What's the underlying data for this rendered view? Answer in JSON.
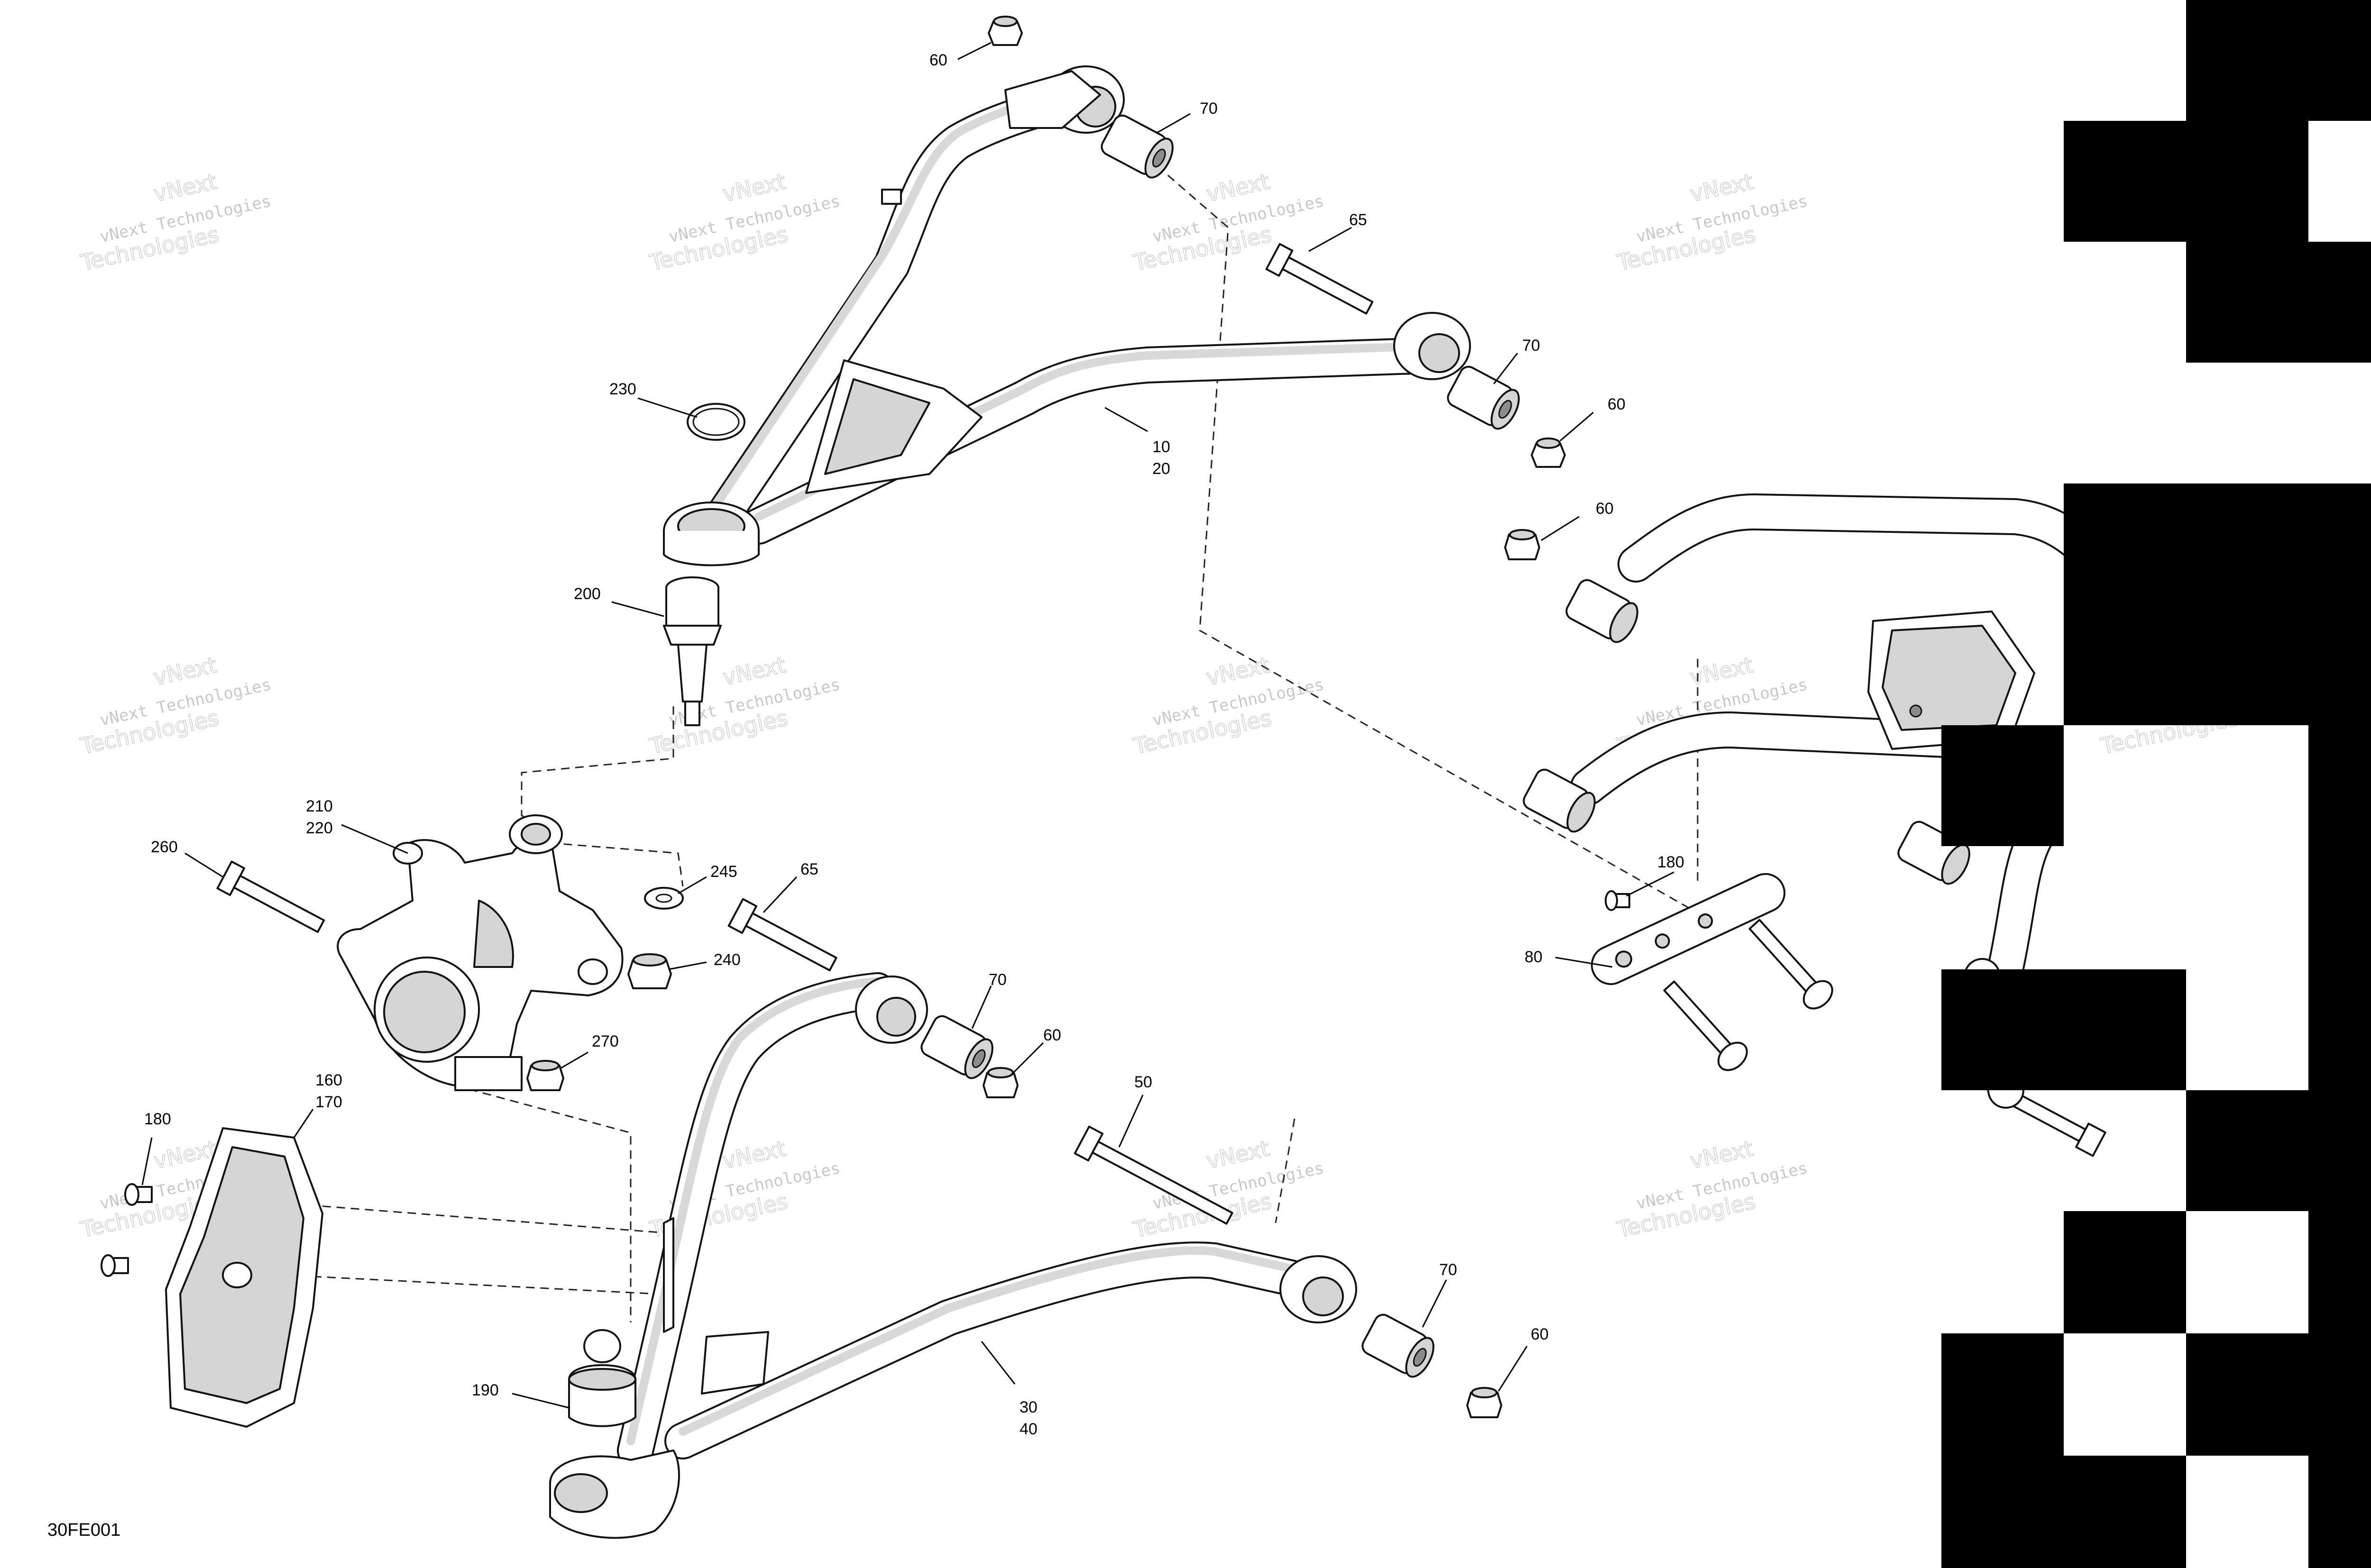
{
  "diagram": {
    "id_label": "30FE001",
    "watermark": {
      "line1": "vNext Technologies",
      "line2": "Technologies",
      "line3": "vNext"
    },
    "callouts": [
      {
        "key": "c60a",
        "text": "60"
      },
      {
        "key": "c70a",
        "text": "70"
      },
      {
        "key": "c65a",
        "text": "65"
      },
      {
        "key": "c70b",
        "text": "70"
      },
      {
        "key": "c60b",
        "text": "60"
      },
      {
        "key": "c10",
        "text": "10"
      },
      {
        "key": "c20",
        "text": "20"
      },
      {
        "key": "c230",
        "text": "230"
      },
      {
        "key": "c200",
        "text": "200"
      },
      {
        "key": "c60c",
        "text": "60"
      },
      {
        "key": "c210",
        "text": "210"
      },
      {
        "key": "c220",
        "text": "220"
      },
      {
        "key": "c260",
        "text": "260"
      },
      {
        "key": "c245",
        "text": "245"
      },
      {
        "key": "c65b",
        "text": "65"
      },
      {
        "key": "c240",
        "text": "240"
      },
      {
        "key": "c70c",
        "text": "70"
      },
      {
        "key": "c60d",
        "text": "60"
      },
      {
        "key": "c270",
        "text": "270"
      },
      {
        "key": "c160",
        "text": "160"
      },
      {
        "key": "c170",
        "text": "170"
      },
      {
        "key": "c180a",
        "text": "180"
      },
      {
        "key": "c50",
        "text": "50"
      },
      {
        "key": "c70d",
        "text": "70"
      },
      {
        "key": "c60e",
        "text": "60"
      },
      {
        "key": "c190",
        "text": "190"
      },
      {
        "key": "c30",
        "text": "30"
      },
      {
        "key": "c40",
        "text": "40"
      },
      {
        "key": "c180b",
        "text": "180"
      },
      {
        "key": "c80",
        "text": "80"
      }
    ]
  }
}
